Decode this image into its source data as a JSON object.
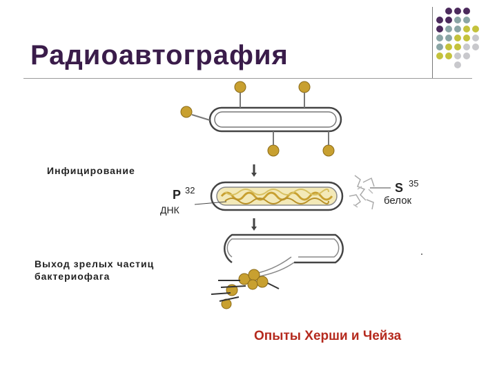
{
  "slide": {
    "title": "Радиоавтография",
    "caption": "Опыты Херши и Чейза"
  },
  "diagram": {
    "infection_label": "Инфицирование",
    "p_symbol": "P",
    "p_mass": "32",
    "dna_label": "ДНК",
    "s_symbol": "S",
    "s_mass": "35",
    "protein_label": "белок",
    "release_label_line1": "Выход зрелых частиц",
    "release_label_line2": "бактериофага"
  },
  "colors": {
    "title": "#3a1c4a",
    "caption": "#b52a1e",
    "phage": "#c8a030",
    "dna": "#d8c060",
    "dots_purple": "#4b2a5c",
    "dots_teal": "#8aa5a5",
    "dots_olive": "#c4c23c",
    "dots_gray": "#c8c8cc"
  }
}
